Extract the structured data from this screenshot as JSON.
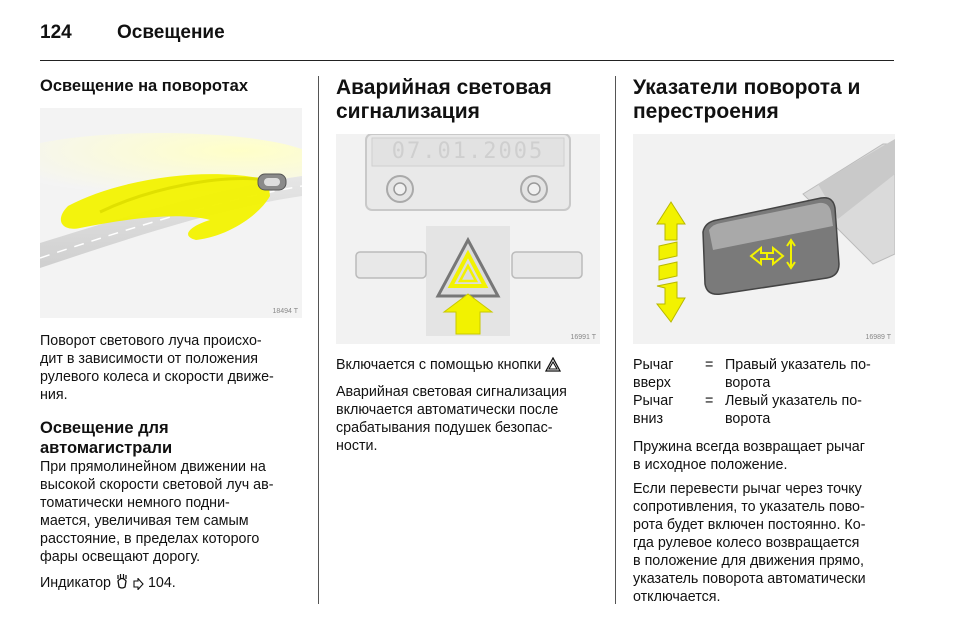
{
  "header": {
    "page_number": "124",
    "title": "Освещение"
  },
  "col1": {
    "heading1": "Освещение на поворотах",
    "figure1_id": "18494 T",
    "para1": [
      "Поворот светового луча происхо-",
      "дит в зависимости от положения",
      "рулевого колеса и скорости движе-",
      "ния."
    ],
    "heading2": [
      "Освещение для",
      "автомагистрали"
    ],
    "para2": [
      "При прямолинейном движении на",
      "высокой скорости световой луч ав-",
      "томатически немного подни-",
      "мается, увеличивая тем самым",
      "расстояние, в пределах которого",
      "фары освещают дорогу."
    ],
    "indicator_label": "Индикатор",
    "indicator_ref": "104."
  },
  "col2": {
    "heading": [
      "Аварийная световая",
      "сигнализация"
    ],
    "display_text": "07.01.2005",
    "figure_id": "16991 T",
    "para1_text": "Включается с помощью кнопки",
    "para2": [
      "Аварийная световая сигнализация",
      "включается автоматически после",
      "срабатывания подушек безопас-",
      "ности."
    ]
  },
  "col3": {
    "heading": [
      "Указатели поворота и",
      "перестроения"
    ],
    "figure_id": "16989 T",
    "lever_rows": [
      {
        "label": [
          "Рычаг",
          "вверх"
        ],
        "eq": "=",
        "desc": [
          "Правый указатель по-",
          "ворота"
        ]
      },
      {
        "label": [
          "Рычаг",
          "вниз"
        ],
        "eq": "=",
        "desc": [
          "Левый указатель по-",
          "ворота"
        ]
      }
    ],
    "para1": [
      "Пружина всегда возвращает рычаг",
      "в исходное положение."
    ],
    "para2": [
      "Если перевести рычаг через точку",
      "сопротивления, то указатель пово-",
      "рота будет включен постоянно. Ко-",
      "гда рулевое колесо возвращается",
      "в положение для движения прямо,",
      "указатель поворота автоматически",
      "отключается."
    ]
  },
  "colors": {
    "yellow": "#f2f200",
    "text": "#111111",
    "figure_bg": "#f1f1f1"
  },
  "icons": [
    "headlight-icon",
    "page-ref-arrow-icon",
    "hazard-triangle-icon"
  ]
}
